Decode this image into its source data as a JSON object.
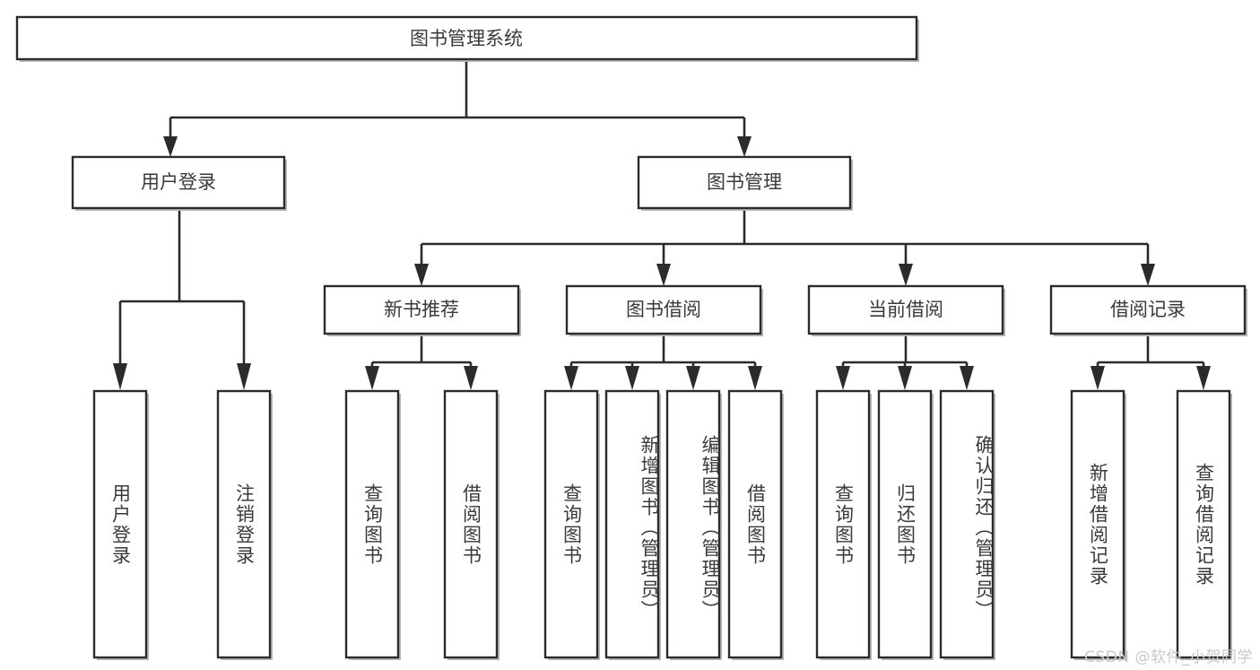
{
  "diagram": {
    "type": "tree",
    "title": "图书管理系统",
    "orientation": "top-down",
    "watermark": "CSDN @软件_小贺同学",
    "colors": {
      "background": "#ffffff",
      "box_fill": "#ffffff",
      "box_stroke": "#2b2b2b",
      "text": "#3a3a3a",
      "shadow": "#b8b8b8",
      "watermark": "#c9c9c9"
    },
    "root": {
      "label": "图书管理系统"
    },
    "level1": [
      {
        "label": "用户登录"
      },
      {
        "label": "图书管理"
      }
    ],
    "level2": [
      {
        "label": "新书推荐",
        "parent": "图书管理"
      },
      {
        "label": "图书借阅",
        "parent": "图书管理"
      },
      {
        "label": "当前借阅",
        "parent": "图书管理"
      },
      {
        "label": "借阅记录",
        "parent": "图书管理"
      }
    ],
    "leaves": {
      "用户登录": [
        {
          "label": "用户登录"
        },
        {
          "label": "注销登录"
        }
      ],
      "新书推荐": [
        {
          "label": "查询图书"
        },
        {
          "label": "借阅图书"
        }
      ],
      "图书借阅": [
        {
          "label": "查询图书"
        },
        {
          "label": "新增图书（管理员）"
        },
        {
          "label": "编辑图书（管理员）"
        },
        {
          "label": "借阅图书"
        }
      ],
      "当前借阅": [
        {
          "label": "查询图书"
        },
        {
          "label": "归还图书"
        },
        {
          "label": "确认归还（管理员）"
        }
      ],
      "借阅记录": [
        {
          "label": "新增借阅记录"
        },
        {
          "label": "查询借阅记录"
        }
      ]
    }
  }
}
